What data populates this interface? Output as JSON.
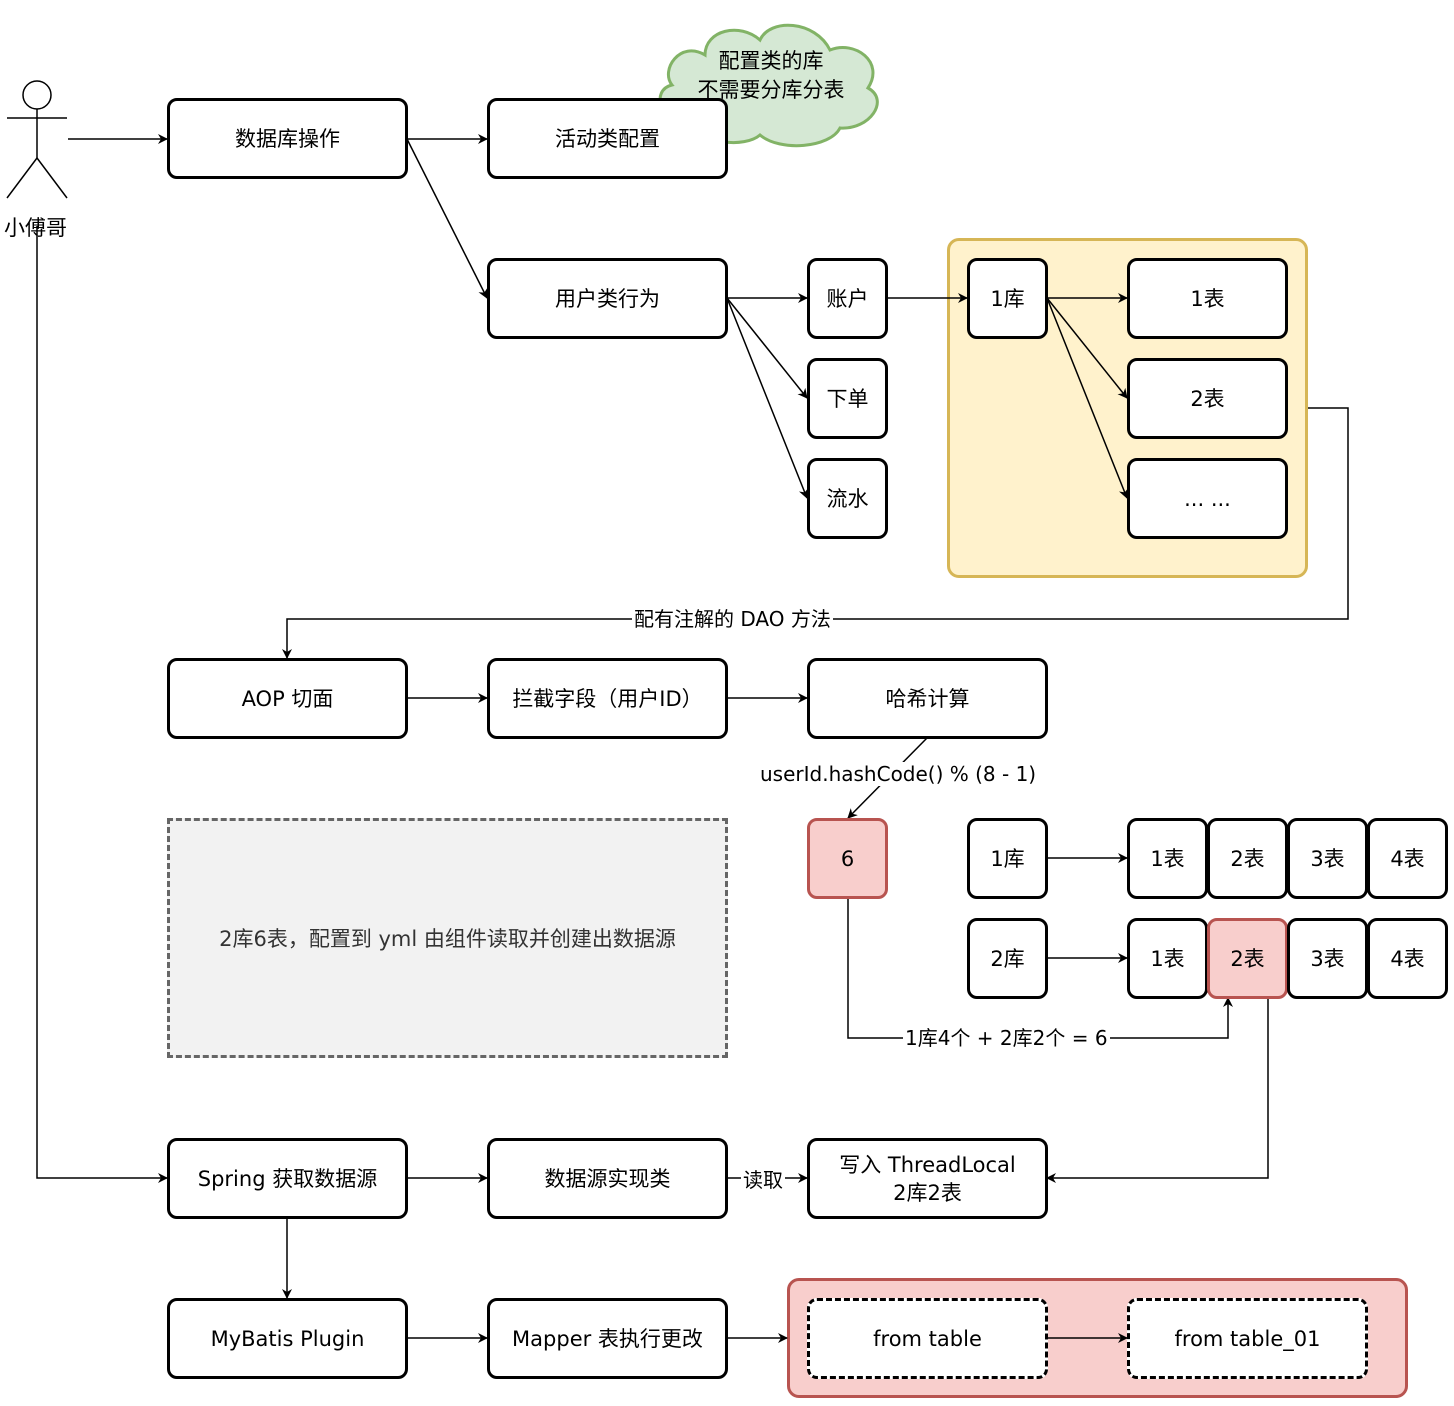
{
  "actor": {
    "label": "小傅哥"
  },
  "cloud": {
    "line1": "配置类的库",
    "line2": "不需要分库分表"
  },
  "nodes": {
    "db_operation": "数据库操作",
    "activity_config": "活动类配置",
    "user_behavior": "用户类行为",
    "account": "账户",
    "order": "下单",
    "flow": "流水",
    "lib1_top": "1库",
    "table1_top": "1表",
    "table2_top": "2表",
    "table_more": "... ...",
    "aop": "AOP 切面",
    "intercept": "拦截字段（用户ID）",
    "hash": "哈希计算",
    "result6": "6",
    "lib1": "1库",
    "lib2": "2库",
    "lib1_tables": [
      "1表",
      "2表",
      "3表",
      "4表"
    ],
    "lib2_tables": [
      "1表",
      "2表",
      "3表",
      "4表"
    ],
    "spring": "Spring 获取数据源",
    "ds_impl": "数据源实现类",
    "threadlocal_line1": "写入 ThreadLocal",
    "threadlocal_line2": "2库2表",
    "mybatis": "MyBatis Plugin",
    "mapper": "Mapper 表执行更改",
    "from_table": "from table",
    "from_table_01": "from table_01"
  },
  "note": "2库6表，配置到 yml 由组件读取并创建出数据源",
  "edge_labels": {
    "dao": "配有注解的 DAO 方法",
    "hash_formula": "userId.hashCode() % (8 - 1)",
    "sum": "1库4个 + 2库2个  = 6",
    "read": "读取"
  },
  "colors": {
    "highlight_fill": "#f8cecc",
    "highlight_stroke": "#b85450",
    "group_fill": "#fff2cc",
    "group_stroke": "#d6b656",
    "cloud_fill": "#d5e8d4",
    "cloud_stroke": "#82b366"
  }
}
